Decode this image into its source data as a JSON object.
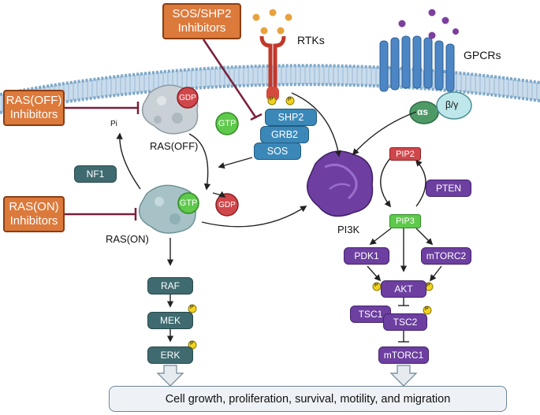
{
  "inhibitors": {
    "sos_shp2": [
      "SOS/SHP2",
      "Inhibitors"
    ],
    "ras_off": [
      "RAS(OFF)",
      "Inhibitors"
    ],
    "ras_on": [
      "RAS(ON)",
      "Inhibitors"
    ]
  },
  "receptors": {
    "rtks": "RTKs",
    "gpcrs": "GPCRs",
    "alpha_s": "αs",
    "beta_gamma": "β/γ"
  },
  "ras": {
    "off": "RAS(OFF)",
    "on": "RAS(ON)",
    "gdp": "GDP",
    "gtp": "GTP",
    "pi": "Pi",
    "nf1": "NF1"
  },
  "adaptors": {
    "shp2": "SHP2",
    "grb2": "GRB2",
    "sos": "SOS"
  },
  "mapk": {
    "raf": "RAF",
    "mek": "MEK",
    "erk": "ERK"
  },
  "pi3k_pathway": {
    "pi3k": "PI3K",
    "pip2": "PIP2",
    "pip3": "PIP3",
    "pten": "PTEN",
    "pdk1": "PDK1",
    "mtorc2": "mTORC2",
    "akt": "AKT",
    "tsc1": "TSC1",
    "tsc2": "TSC2",
    "mtorc1": "mTORC1"
  },
  "phospho": "P",
  "outcome": "Cell growth, proliferation, survival, motility, and migration",
  "colors": {
    "inhibitor": "#dc7a3c",
    "inhibitor_line": "#7a1f3a",
    "ras_protein": "#b9c7cc",
    "mapk_box": "#3f6b70",
    "adaptor_box": "#3b88b8",
    "pi3k_box": "#6c3fa0",
    "gtp": "#5fc94c",
    "gdp": "#d0474b",
    "receptor": "#4d86c4",
    "phospho": "#f2d21c"
  }
}
